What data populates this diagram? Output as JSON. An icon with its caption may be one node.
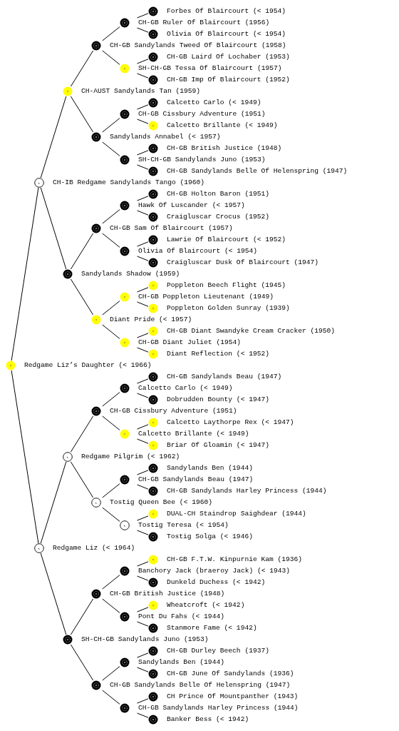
{
  "diagram": {
    "nodes": [
      {
        "text": [
          "Forbes Of Blaircourt (< 1954)"
        ]
      },
      {
        "text": [
          "CH-GB Ruler Of Blaircourt (1956)"
        ]
      },
      {
        "text": [
          "Olivia Of Blaircourt (< 1954)"
        ]
      },
      {
        "text": [
          "CH-GB Sandylands Tweed Of Blaircourt (1958)"
        ]
      },
      {
        "text": [
          "CH-GB Laird Of Lochaber (1953)"
        ]
      },
      {
        "text": [
          "SH-CH-GB Tessa Of Blaircourt (1957)"
        ]
      },
      {
        "text": [
          "CH-GB Imp Of Blaircourt (1952)"
        ]
      },
      {
        "text": [
          "CH-AUST Sandylands Tan (1959)"
        ]
      },
      {
        "text": [
          "Calcetto Carlo (< 1949)"
        ]
      },
      {
        "text": [
          "CH-GB Cissbury Adventure (1951)"
        ]
      },
      {
        "text": [
          "Calcetto Brillante (< 1949)"
        ]
      },
      {
        "text": [
          "Sandylands Annabel (< 1957)"
        ]
      },
      {
        "text": [
          "CH-GB British Justice (1948)"
        ]
      },
      {
        "text": [
          "SH-CH-GB Sandylands Juno (1953)"
        ]
      },
      {
        "text": [
          "CH-GB Sandylands Belle Of Helenspring (1947)"
        ]
      },
      {
        "text": [
          "CH-IB Redgame Sandylands Tango (1960)"
        ]
      },
      {
        "text": [
          "CH-GB Holton Baron (1951)"
        ]
      },
      {
        "text": [
          "Hawk Of Luscander (< 1957)"
        ]
      },
      {
        "text": [
          "Craigluscar Crocus (1952)"
        ]
      },
      {
        "text": [
          "CH-GB Sam Of Blaircourt (1957)"
        ]
      },
      {
        "text": [
          "Lawrie Of Blaircourt (< 1952)"
        ]
      },
      {
        "text": [
          "Olivia Of Blaircourt (< 1954)"
        ]
      },
      {
        "text": [
          "Craigluscar Dusk Of Blaircourt (1947)"
        ]
      },
      {
        "text": [
          "Sandylands Shadow (1959)"
        ]
      },
      {
        "text": [
          "Poppleton Beech Flight (1945)"
        ]
      },
      {
        "text": [
          "CH-GB Poppleton Lieutenant (1949)"
        ]
      },
      {
        "text": [
          "Poppleton Golden Sunray (1939)"
        ]
      },
      {
        "text": [
          "Diant Pride (< 1957)"
        ]
      },
      {
        "text": [
          "CH-GB Diant Swandyke Cream Cracker (1950)"
        ]
      },
      {
        "text": [
          "CH-GB Diant Juliet (1954)"
        ]
      },
      {
        "text": [
          "Diant Reflection (< 1952)"
        ]
      },
      {
        "text": [
          "Redgame Liz’s Daughter (< 1966)"
        ]
      },
      {
        "text": [
          "CH-GB Sandylands Beau (1947)"
        ]
      },
      {
        "text": [
          "Calcetto Carlo (< 1949)"
        ]
      },
      {
        "text": [
          "Dobrudden Bounty (< 1947)"
        ]
      },
      {
        "text": [
          "CH-GB Cissbury Adventure (1951)"
        ]
      },
      {
        "text": [
          "Calcetto Laythorpe Rex (< 1947)"
        ]
      },
      {
        "text": [
          "Calcetto Brillante (< 1949)"
        ]
      },
      {
        "text": [
          "Briar Of Gloamin (< 1947)"
        ]
      },
      {
        "text": [
          "Redgame Pilgrim (< 1962)"
        ]
      },
      {
        "text": [
          "Sandylands Ben (1944)"
        ]
      },
      {
        "text": [
          "CH-GB Sandylands Beau (1947)"
        ]
      },
      {
        "text": [
          "CH-GB Sandylands Harley Princess (1944)"
        ]
      },
      {
        "text": [
          "Tostig Queen Bee (< 1960)"
        ]
      },
      {
        "text": [
          "DUAL-CH Staindrop Saighdear (1944)"
        ]
      },
      {
        "text": [
          "Tostig Teresa (< 1954)"
        ]
      },
      {
        "text": [
          "Tostig Solga (< 1946)"
        ]
      },
      {
        "text": [
          "Redgame Liz (< 1964)"
        ]
      },
      {
        "text": [
          "CH-GB F.T.W. Kinpurnie Kam (1936)"
        ]
      },
      {
        "text": [
          "Banchory Jack (braeroy Jack) (< 1943)"
        ]
      },
      {
        "text": [
          "Dunkeld Duchess (< 1942)"
        ]
      },
      {
        "text": [
          "CH-GB British Justice (1948)"
        ]
      },
      {
        "text": [
          "Wheatcroft (< 1942)"
        ]
      },
      {
        "text": [
          "Pont Du Fahs (< 1944)"
        ]
      },
      {
        "text": [
          "Stanmore Fame (< 1942)"
        ]
      },
      {
        "text": [
          "SH-CH-GB Sandylands Juno (1953)"
        ]
      },
      {
        "text": [
          "CH-GB Durley Beech (1937)"
        ]
      },
      {
        "text": [
          "Sandylands Ben (1944)"
        ]
      },
      {
        "text": [
          "CH-GB June Of Sandylands (1936)"
        ]
      },
      {
        "text": [
          "CH-GB Sandylands Belle Of Helenspring (1947)"
        ]
      },
      {
        "text": [
          "CH Prince Of Mountpanther (1943)"
        ]
      },
      {
        "text": [
          "CH-GB Sandylands Harley Princess (1944)"
        ]
      },
      {
        "text": [
          "Banker Bess (< 1942)"
        ]
      }
    ],
    "edges": [
      {
        "from": 31,
        "to": 15,
        "arrow": "none"
      },
      {
        "from": 31,
        "to": 47,
        "arrow": "none"
      },
      {
        "from": 15,
        "to": 7,
        "arrow": "none"
      },
      {
        "from": 15,
        "to": 23,
        "arrow": "none"
      },
      {
        "from": 47,
        "to": 39,
        "arrow": "none"
      },
      {
        "from": 47,
        "to": 55,
        "arrow": "none"
      },
      {
        "from": 7,
        "to": 3,
        "arrow": "none"
      },
      {
        "from": 7,
        "to": 11,
        "arrow": "none"
      },
      {
        "from": 23,
        "to": 19,
        "arrow": "none"
      },
      {
        "from": 23,
        "to": 27,
        "arrow": "none"
      },
      {
        "from": 39,
        "to": 35,
        "arrow": "none"
      },
      {
        "from": 39,
        "to": 43,
        "arrow": "none"
      },
      {
        "from": 55,
        "to": 51,
        "arrow": "none"
      },
      {
        "from": 55,
        "to": 59,
        "arrow": "none"
      },
      {
        "from": 3,
        "to": 1,
        "arrow": "none"
      },
      {
        "from": 3,
        "to": 5,
        "arrow": "none"
      },
      {
        "from": 11,
        "to": 9,
        "arrow": "none"
      },
      {
        "from": 11,
        "to": 13,
        "arrow": "none"
      },
      {
        "from": 19,
        "to": 17,
        "arrow": "none"
      },
      {
        "from": 19,
        "to": 21,
        "arrow": "none"
      },
      {
        "from": 27,
        "to": 25,
        "arrow": "none"
      },
      {
        "from": 27,
        "to": 29,
        "arrow": "none"
      },
      {
        "from": 35,
        "to": 33,
        "arrow": "none"
      },
      {
        "from": 35,
        "to": 37,
        "arrow": "none"
      },
      {
        "from": 43,
        "to": 41,
        "arrow": "none"
      },
      {
        "from": 43,
        "to": 45,
        "arrow": "none"
      },
      {
        "from": 51,
        "to": 49,
        "arrow": "none"
      },
      {
        "from": 51,
        "to": 53,
        "arrow": "none"
      },
      {
        "from": 59,
        "to": 57,
        "arrow": "none"
      },
      {
        "from": 59,
        "to": 61,
        "arrow": "none"
      },
      {
        "from": 1,
        "to": 0,
        "arrow": "none"
      },
      {
        "from": 1,
        "to": 2,
        "arrow": "none"
      },
      {
        "from": 5,
        "to": 4,
        "arrow": "none"
      },
      {
        "from": 5,
        "to": 6,
        "arrow": "none"
      },
      {
        "from": 9,
        "to": 8,
        "arrow": "none"
      },
      {
        "from": 9,
        "to": 10,
        "arrow": "none"
      },
      {
        "from": 13,
        "to": 12,
        "arrow": "none"
      },
      {
        "from": 13,
        "to": 14,
        "arrow": "none"
      },
      {
        "from": 17,
        "to": 16,
        "arrow": "none"
      },
      {
        "from": 17,
        "to": 18,
        "arrow": "none"
      },
      {
        "from": 21,
        "to": 20,
        "arrow": "none"
      },
      {
        "from": 21,
        "to": 22,
        "arrow": "none"
      },
      {
        "from": 25,
        "to": 24,
        "arrow": "none"
      },
      {
        "from": 25,
        "to": 26,
        "arrow": "none"
      },
      {
        "from": 29,
        "to": 28,
        "arrow": "none"
      },
      {
        "from": 29,
        "to": 30,
        "arrow": "none"
      },
      {
        "from": 33,
        "to": 32,
        "arrow": "none"
      },
      {
        "from": 33,
        "to": 34,
        "arrow": "none"
      },
      {
        "from": 37,
        "to": 36,
        "arrow": "none"
      },
      {
        "from": 37,
        "to": 38,
        "arrow": "none"
      },
      {
        "from": 41,
        "to": 40,
        "arrow": "none"
      },
      {
        "from": 41,
        "to": 42,
        "arrow": "none"
      },
      {
        "from": 45,
        "to": 44,
        "arrow": "none"
      },
      {
        "from": 45,
        "to": 46,
        "arrow": "none"
      },
      {
        "from": 49,
        "to": 48,
        "arrow": "none"
      },
      {
        "from": 49,
        "to": 50,
        "arrow": "none"
      },
      {
        "from": 53,
        "to": 52,
        "arrow": "none"
      },
      {
        "from": 53,
        "to": 54,
        "arrow": "none"
      },
      {
        "from": 57,
        "to": 56,
        "arrow": "none"
      },
      {
        "from": 57,
        "to": 58,
        "arrow": "none"
      },
      {
        "from": 61,
        "to": 60,
        "arrow": "none"
      },
      {
        "from": 61,
        "to": 62,
        "arrow": "none"
      }
    ]
  }
}
